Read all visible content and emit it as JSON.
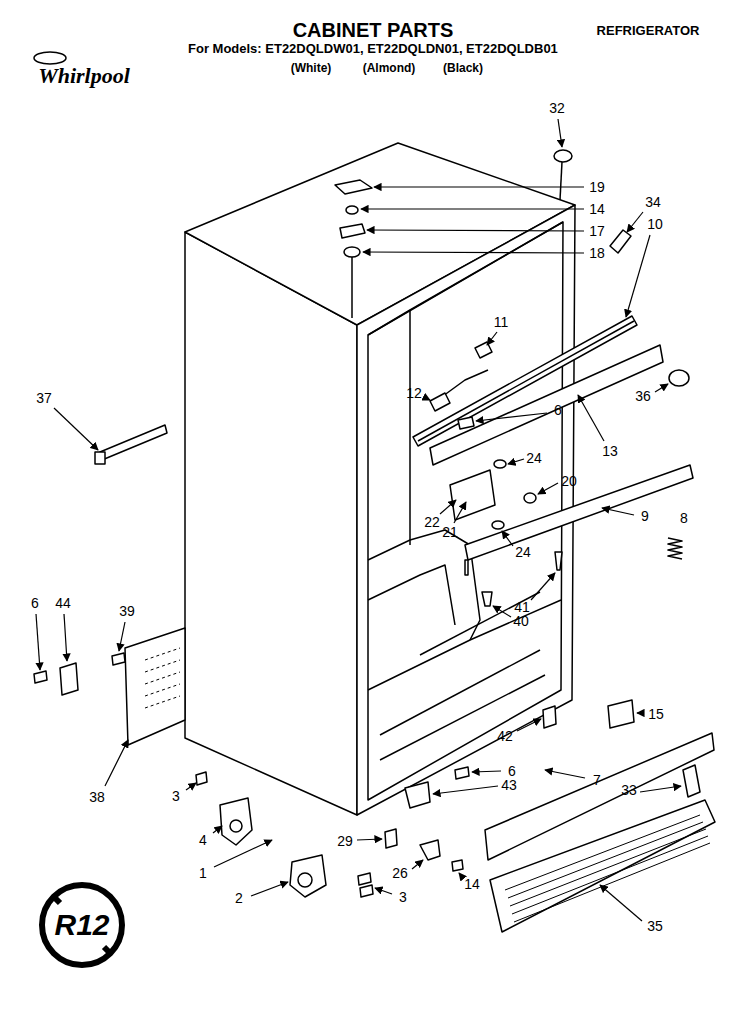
{
  "diagram": {
    "title": "CABINET PARTS",
    "labels": [
      "REFRIGERATOR",
      "For Models: ET22DQLDW01, ET22DQLDN01, ET22DQLDB01",
      "(White)",
      "(Almond)",
      "(Black)",
      "Whirlpool",
      "32",
      "19",
      "14",
      "34",
      "17",
      "10",
      "18",
      "11",
      "37",
      "12",
      "36",
      "6",
      "13",
      "24",
      "20",
      "22",
      "21",
      "24",
      "9",
      "8",
      "41",
      "40",
      "6",
      "44",
      "39",
      "15",
      "42",
      "6",
      "43",
      "7",
      "33",
      "3",
      "38",
      "4",
      "29",
      "1",
      "26",
      "14",
      "2",
      "3",
      "35",
      "R12"
    ]
  }
}
